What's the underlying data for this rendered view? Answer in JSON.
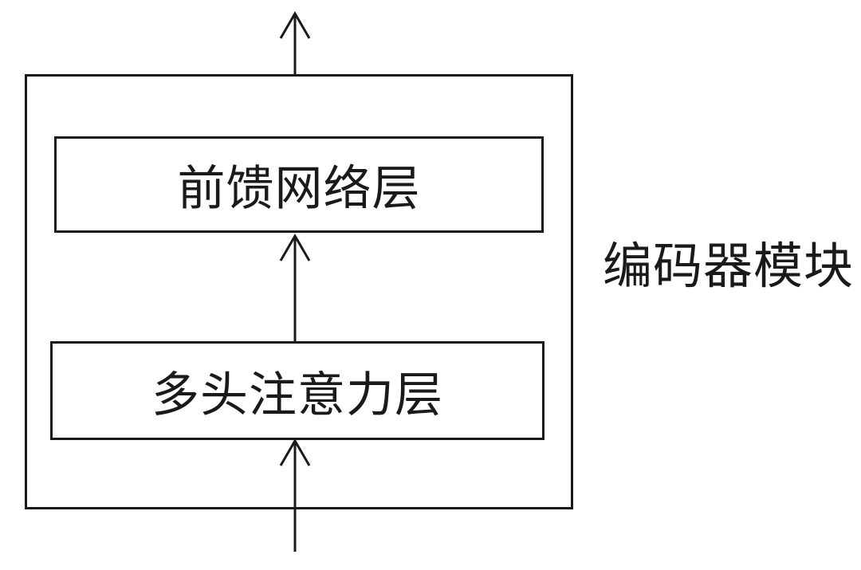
{
  "diagram": {
    "module_label": "编码器模块",
    "layers": [
      {
        "id": "feed-forward",
        "label": "前馈网络层"
      },
      {
        "id": "multi-head-attention",
        "label": "多头注意力层"
      }
    ],
    "colors": {
      "line": "#1a1a1a",
      "background": "#ffffff",
      "box_fill": "#ffffff"
    }
  }
}
